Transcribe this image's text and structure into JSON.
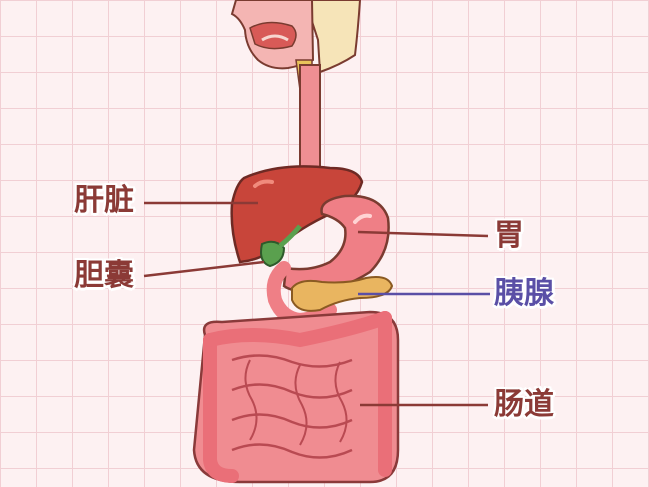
{
  "labels": {
    "liver": "肝脏",
    "gallbladder": "胆囊",
    "stomach": "胃",
    "pancreas": "胰腺",
    "intestine": "肠道"
  },
  "colors": {
    "label_brown": "#8b3a36",
    "label_purple": "#5a4fa6",
    "leader_brown": "#8b3a36",
    "leader_purple": "#5a4fa6",
    "liver": "#c8453a",
    "stomach": "#ef7f86",
    "pancreas": "#e9b560",
    "gallbladder": "#5aa04e",
    "intestine": "#f08c91",
    "background": "#fdf1f2",
    "grid": "#f1cfd4"
  }
}
